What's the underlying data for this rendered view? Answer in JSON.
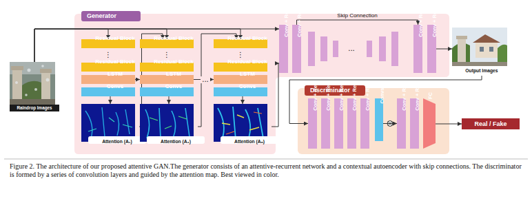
{
  "diagram": {
    "caption": "Figure 2. The architecture of our proposed attentive GAN.The generator consists of an attentive-recurrent network and a contextual autoencoder with skip connections. The discriminator is formed by a series of convolution layers and guided by the attention map. Best viewed in color.",
    "nodes": [
      {
        "text": [
          "Raindrop Images"
        ]
      },
      {
        "text": [
          "Generator"
        ]
      },
      {
        "text": [
          "Residual Block"
        ],
        "in": 1
      },
      {
        "text": [
          "Residual Block"
        ],
        "in": 1
      },
      {
        "text": [
          "LSTM"
        ],
        "in": 1
      },
      {
        "text": [
          "Convs"
        ],
        "in": 1
      },
      {
        "text": [
          "Attention (A₁)"
        ],
        "in": 1
      },
      {
        "text": [
          "Residual Block"
        ],
        "in": 1
      },
      {
        "text": [
          "Residual Block"
        ],
        "in": 1
      },
      {
        "text": [
          "LSTM"
        ],
        "in": 1
      },
      {
        "text": [
          "Convs"
        ],
        "in": 1
      },
      {
        "text": [
          "Attention (A₂)"
        ],
        "in": 1
      },
      {
        "text": [
          "Residual Block"
        ],
        "in": 1
      },
      {
        "text": [
          "Residual Block"
        ],
        "in": 1
      },
      {
        "text": [
          "LSTM"
        ],
        "in": 1
      },
      {
        "text": [
          "Convs"
        ],
        "in": 1
      },
      {
        "text": [
          "Attention (Aₙ)"
        ],
        "in": 1
      },
      {
        "text": [
          "Conv + Relu"
        ],
        "in": 1
      },
      {
        "text": [
          "Conv + Relu"
        ],
        "in": 1
      },
      {
        "text": [
          "Conv + Relu"
        ],
        "in": 1
      },
      {
        "text": [
          "Conv + Relu"
        ],
        "in": 1
      },
      {
        "text": [
          "Output Images"
        ]
      },
      {
        "text": [
          "Discriminator"
        ]
      },
      {
        "text": [
          "Conv + Relu"
        ],
        "in": 22
      },
      {
        "text": [
          "Conv + Relu"
        ],
        "in": 22
      },
      {
        "text": [
          "Conv + Relu"
        ],
        "in": 22
      },
      {
        "text": [
          "Conv + Relu"
        ],
        "in": 22
      },
      {
        "text": [
          "Conv + Relu"
        ],
        "in": 22
      },
      {
        "text": [
          "Convs"
        ],
        "in": 22
      },
      {
        "text": [
          "Conv + Relu"
        ],
        "in": 22
      },
      {
        "text": [
          "Conv + Relu"
        ],
        "in": 22
      },
      {
        "text": [
          "FC"
        ],
        "in": 22
      },
      {
        "text": [
          "Real / Fake"
        ]
      }
    ],
    "edges": [
      {
        "from": 0,
        "to": 2,
        "arrow": "to"
      },
      {
        "from": 0,
        "to": 7,
        "arrow": "to"
      },
      {
        "from": 0,
        "to": 12,
        "arrow": "to"
      },
      {
        "from": 0,
        "to": 17,
        "arrow": "to"
      },
      {
        "from": 5,
        "to": 6,
        "arrow": "to"
      },
      {
        "from": 10,
        "to": 11,
        "arrow": "to"
      },
      {
        "from": 15,
        "to": 16,
        "arrow": "to"
      },
      {
        "from": 4,
        "to": 9,
        "arrow": "to"
      },
      {
        "from": 9,
        "to": 14,
        "arrow": "to"
      },
      {
        "from": 6,
        "to": 7,
        "arrow": "to"
      },
      {
        "from": 11,
        "to": 12,
        "arrow": "to"
      },
      {
        "from": 16,
        "to": 17,
        "arrow": "to"
      },
      {
        "from": 18,
        "to": 19,
        "label": "Skip Connection",
        "arrow": "to"
      },
      {
        "from": 20,
        "to": 21,
        "arrow": "to"
      },
      {
        "from": 21,
        "to": 23,
        "arrow": "to"
      },
      {
        "from": 28,
        "to": 29,
        "arrow": "to"
      },
      {
        "from": 31,
        "to": 32,
        "arrow": "to"
      }
    ],
    "labels": [
      "⋮",
      "⋮",
      "⋮",
      "...",
      "..."
    ]
  }
}
